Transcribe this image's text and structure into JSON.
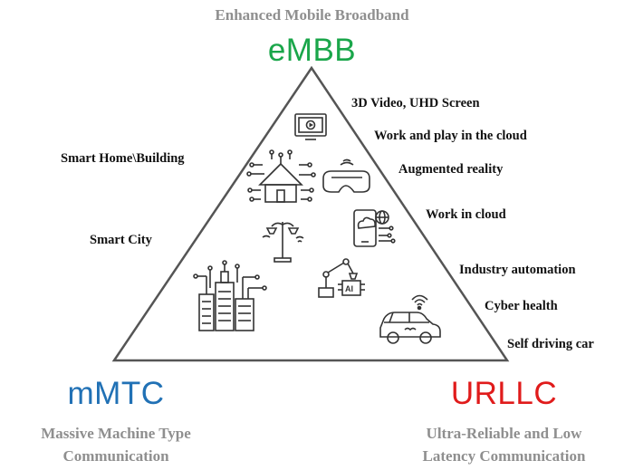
{
  "embb": {
    "full_name": "Enhanced Mobile Broadband",
    "acronym": "eMBB",
    "color": "#1aa64a"
  },
  "mmtc": {
    "acronym": "mMTC",
    "full_name_line1": "Massive Machine Type",
    "full_name_line2": "Communication",
    "color": "#2171b5"
  },
  "urllc": {
    "acronym": "URLLC",
    "full_name_line1": "Ultra-Reliable and Low",
    "full_name_line2": "Latency Communication",
    "color": "#e01b1b"
  },
  "applications": {
    "video": "3D Video, UHD Screen",
    "work_play": "Work and play in the cloud",
    "ar": "Augmented reality",
    "work_cloud": "Work in cloud",
    "industry": "Industry automation",
    "health": "Cyber health",
    "driving": "Self driving car",
    "smart_home": "Smart Home\\Building",
    "smart_city": "Smart City"
  },
  "icons": {
    "tv": "tv-screen-icon",
    "vr": "vr-headset-icon",
    "home": "smart-home-icon",
    "cloud": "cloud-phone-icon",
    "lamp": "smart-streetlight-icon",
    "robot": "robot-arm-ai-icon",
    "city": "smart-city-icon",
    "car": "connected-car-icon"
  }
}
